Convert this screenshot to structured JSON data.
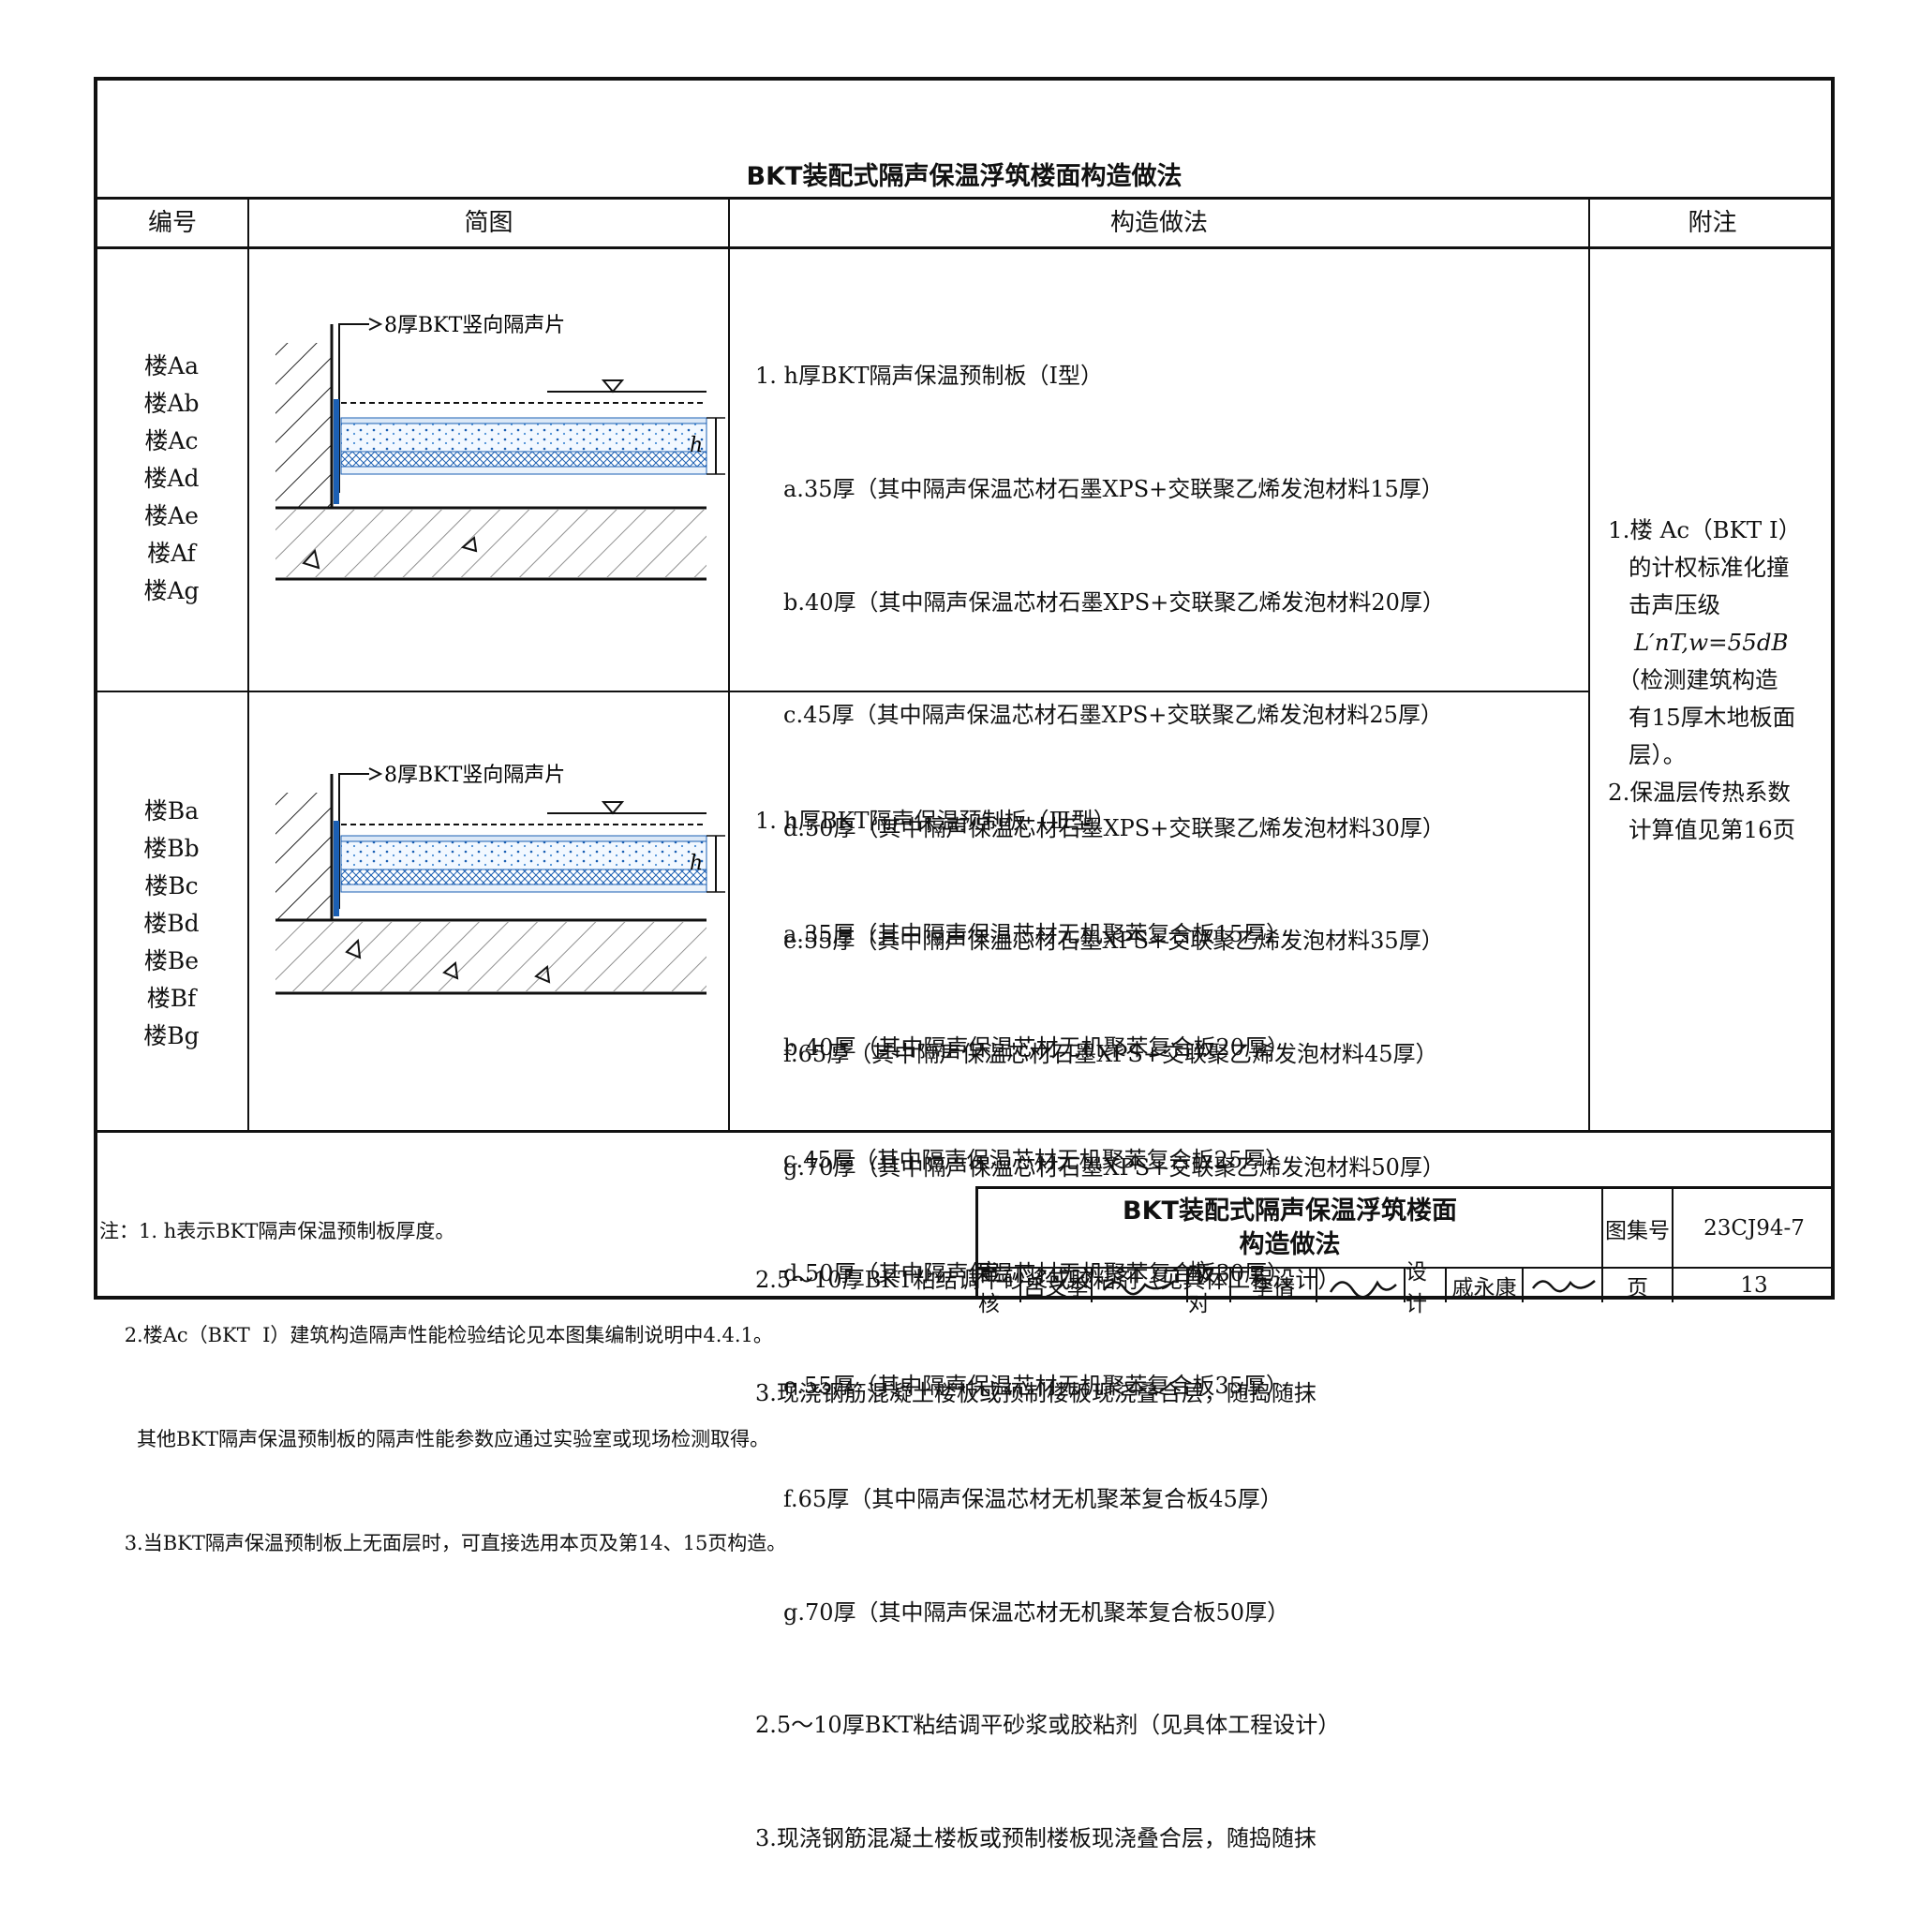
{
  "title": "BKT装配式隔声保温浮筑楼面构造做法",
  "headers": {
    "code": "编号",
    "diagram": "简图",
    "method": "构造做法",
    "note": "附注"
  },
  "section_a": {
    "codes": [
      "楼Aa",
      "楼Ab",
      "楼Ac",
      "楼Ad",
      "楼Ae",
      "楼Af",
      "楼Ag"
    ],
    "diagram_label": "8厚BKT竖向隔声片",
    "dim_label": "h",
    "lines": [
      "1. h厚BKT隔声保温预制板（Ⅰ型）",
      "a.35厚（其中隔声保温芯材石墨XPS+交联聚乙烯发泡材料15厚）",
      "b.40厚（其中隔声保温芯材石墨XPS+交联聚乙烯发泡材料20厚）",
      "c.45厚（其中隔声保温芯材石墨XPS+交联聚乙烯发泡材料25厚）",
      "d.50厚（其中隔声保温芯材石墨XPS+交联聚乙烯发泡材料30厚）",
      "e.55厚（其中隔声保温芯材石墨XPS+交联聚乙烯发泡材料35厚）",
      "f.65厚（其中隔声保温芯材石墨XPS+交联聚乙烯发泡材料45厚）",
      "g.70厚（其中隔声保温芯材石墨XPS+交联聚乙烯发泡材料50厚）",
      "2.5～10厚BKT粘结调平砂浆或胶粘剂（见具体工程设计）",
      "3.现浇钢筋混凝土楼板或预制楼板现浇叠合层，随捣随抹"
    ]
  },
  "section_b": {
    "codes": [
      "楼Ba",
      "楼Bb",
      "楼Bc",
      "楼Bd",
      "楼Be",
      "楼Bf",
      "楼Bg"
    ],
    "diagram_label": "8厚BKT竖向隔声片",
    "dim_label": "h",
    "lines": [
      "1. h厚BKT隔声保温预制板（Ⅲ型）",
      "a.35厚（其中隔声保温芯材无机聚苯复合板15厚）",
      "b.40厚（其中隔声保温芯材无机聚苯复合板20厚）",
      "c.45厚（其中隔声保温芯材无机聚苯复合板25厚）",
      "d.50厚（其中隔声保温芯材无机聚苯复合板30厚）",
      "e.55厚（其中隔声保温芯材无机聚苯复合板35厚）",
      "f.65厚（其中隔声保温芯材无机聚苯复合板45厚）",
      "g.70厚（其中隔声保温芯材无机聚苯复合板50厚）",
      "2.5～10厚BKT粘结调平砂浆或胶粘剂（见具体工程设计）",
      "3.现浇钢筋混凝土楼板或预制楼板现浇叠合层，随捣随抹"
    ]
  },
  "note_column": [
    "1.楼 Ac（BKT  Ⅰ）",
    "的计权标准化撞",
    "击声压级",
    "L′nT,w=55dB",
    "（检测建筑构造",
    "有15厚木地板面",
    "层）。",
    "2.保温层传热系数",
    "计算值见第16页"
  ],
  "bottom_notes": [
    "注：1. h表示BKT隔声保温预制板厚度。",
    "    2.楼Ac（BKT  Ⅰ）建筑构造隔声性能检验结论见本图集编制说明中4.4.1。",
    "      其他BKT隔声保温预制板的隔声性能参数应通过实验室或现场检测取得。",
    "    3.当BKT隔声保温预制板上无面层时，可直接选用本页及第14、15页构造。"
  ],
  "title_block": {
    "title_line1": "BKT装配式隔声保温浮筑楼面",
    "title_line2": "构造做法",
    "atlas_label": "图集号",
    "atlas_no": "23CJ94-7",
    "review_label": "审核",
    "reviewer": "吕文季",
    "check_label": "校对",
    "checker": "李倩",
    "design_label": "设计",
    "designer": "戚永康",
    "page_label": "页",
    "page_no": "13"
  }
}
